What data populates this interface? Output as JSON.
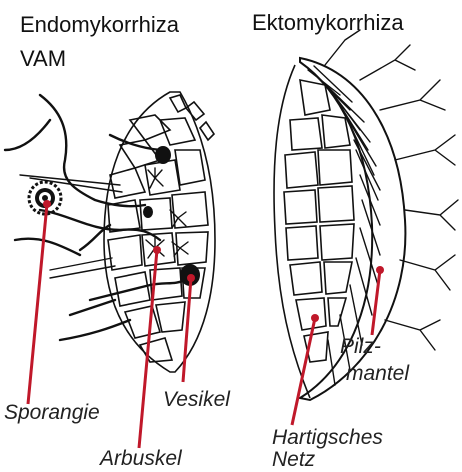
{
  "titles": {
    "endo_line1": "Endomykorrhiza",
    "endo_line2": "VAM",
    "ekto": "Ektomykorrhiza"
  },
  "labels": {
    "sporangie": "Sporangie",
    "arbuskel": "Arbuskel",
    "vesikel": "Vesikel",
    "pilzmantel_1": "Pilz-",
    "pilzmantel_2": "mantel",
    "hartig_1": "Hartigsches",
    "hartig_2": "Netz"
  },
  "colors": {
    "pointer": "#c0182a",
    "ink": "#111111"
  }
}
